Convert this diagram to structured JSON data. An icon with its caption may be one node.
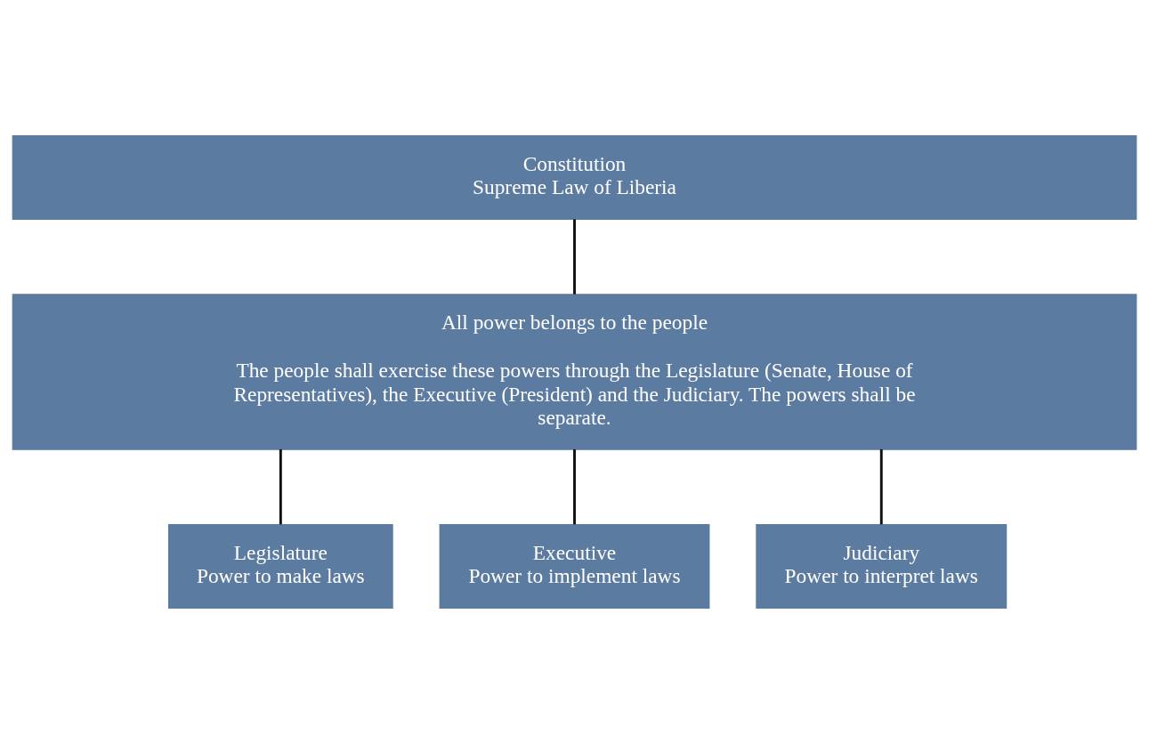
{
  "diagram": {
    "nodes": [
      {
        "text": [
          "Constitution",
          "Supreme Law of Liberia"
        ]
      },
      {
        "text": [
          "All power belongs to the people",
          "The people shall exercise these powers through the Legislature (Senate, House of Representatives), the Executive (President) and the Judiciary. The powers shall be separate."
        ]
      },
      {
        "text": [
          "Legislature",
          "Power to make laws"
        ]
      },
      {
        "text": [
          "Executive",
          "Power to implement laws"
        ]
      },
      {
        "text": [
          "Judiciary",
          "Power to interpret laws"
        ]
      }
    ],
    "edges": [
      {
        "from": 0,
        "to": 1,
        "arrow": "none"
      },
      {
        "from": 1,
        "to": 2,
        "arrow": "none"
      },
      {
        "from": 1,
        "to": 3,
        "arrow": "none"
      },
      {
        "from": 1,
        "to": 4,
        "arrow": "none"
      }
    ]
  }
}
